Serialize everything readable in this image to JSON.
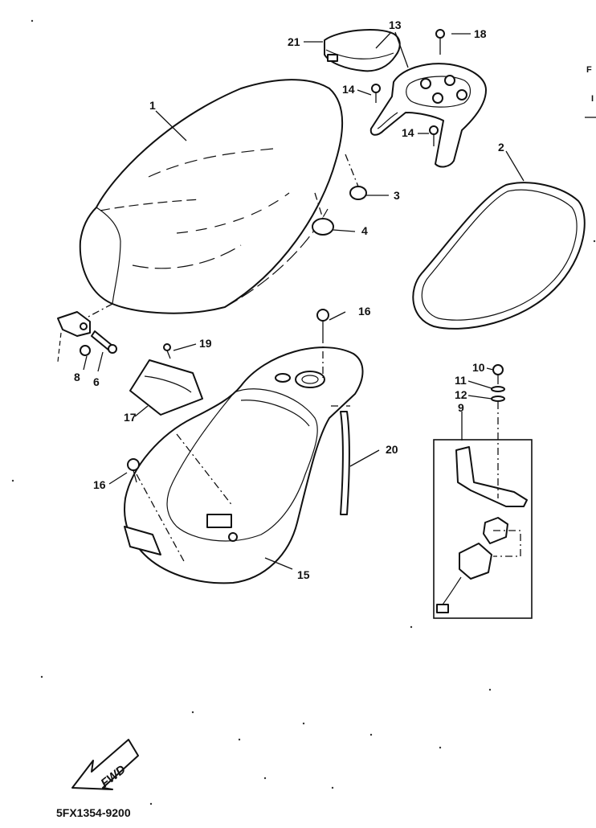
{
  "diagram": {
    "part_labels": {
      "p1": "1",
      "p2": "2",
      "p3": "3",
      "p4": "4",
      "p6": "6",
      "p8": "8",
      "p9": "9",
      "p10": "10",
      "p11": "11",
      "p12": "12",
      "p13": "13",
      "p14a": "14",
      "p14b": "14",
      "p15": "15",
      "p16a": "16",
      "p16b": "16",
      "p17": "17",
      "p18": "18",
      "p19": "19",
      "p20": "20",
      "p21": "21"
    },
    "fwd_arrow_label": "FWD",
    "drawing_code": "5FX1354-9200",
    "edge_fragments": {
      "top": "F",
      "mid": "I"
    }
  }
}
